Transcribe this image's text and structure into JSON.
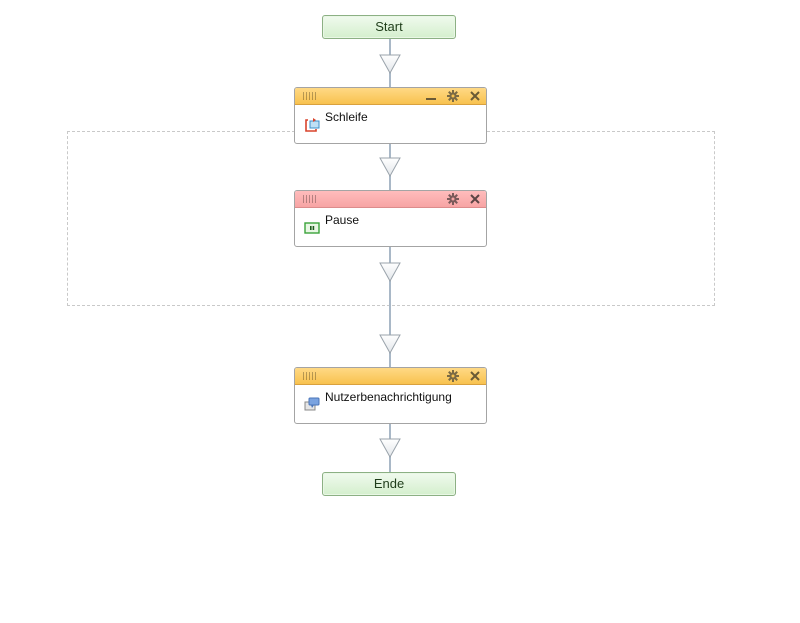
{
  "flow": {
    "start": {
      "label": "Start"
    },
    "end": {
      "label": "Ende"
    },
    "blocks": [
      {
        "label": "Schleife",
        "header_color": "#f8c24f",
        "icon": "loop-icon",
        "controls": [
          "minimize-icon",
          "gear-icon",
          "close-icon"
        ]
      },
      {
        "label": "Pause",
        "header_color": "#f7a4a4",
        "icon": "pause-icon",
        "controls": [
          "gear-icon",
          "close-icon"
        ]
      },
      {
        "label": "Nutzerbenachrichtigung",
        "header_color": "#f8c24f",
        "icon": "notification-icon",
        "controls": [
          "gear-icon",
          "close-icon"
        ]
      }
    ]
  },
  "colors": {
    "connector": "#a9b8c7",
    "terminal_fill": "#d4efcd",
    "loop_frame": "#c9c9c9"
  }
}
